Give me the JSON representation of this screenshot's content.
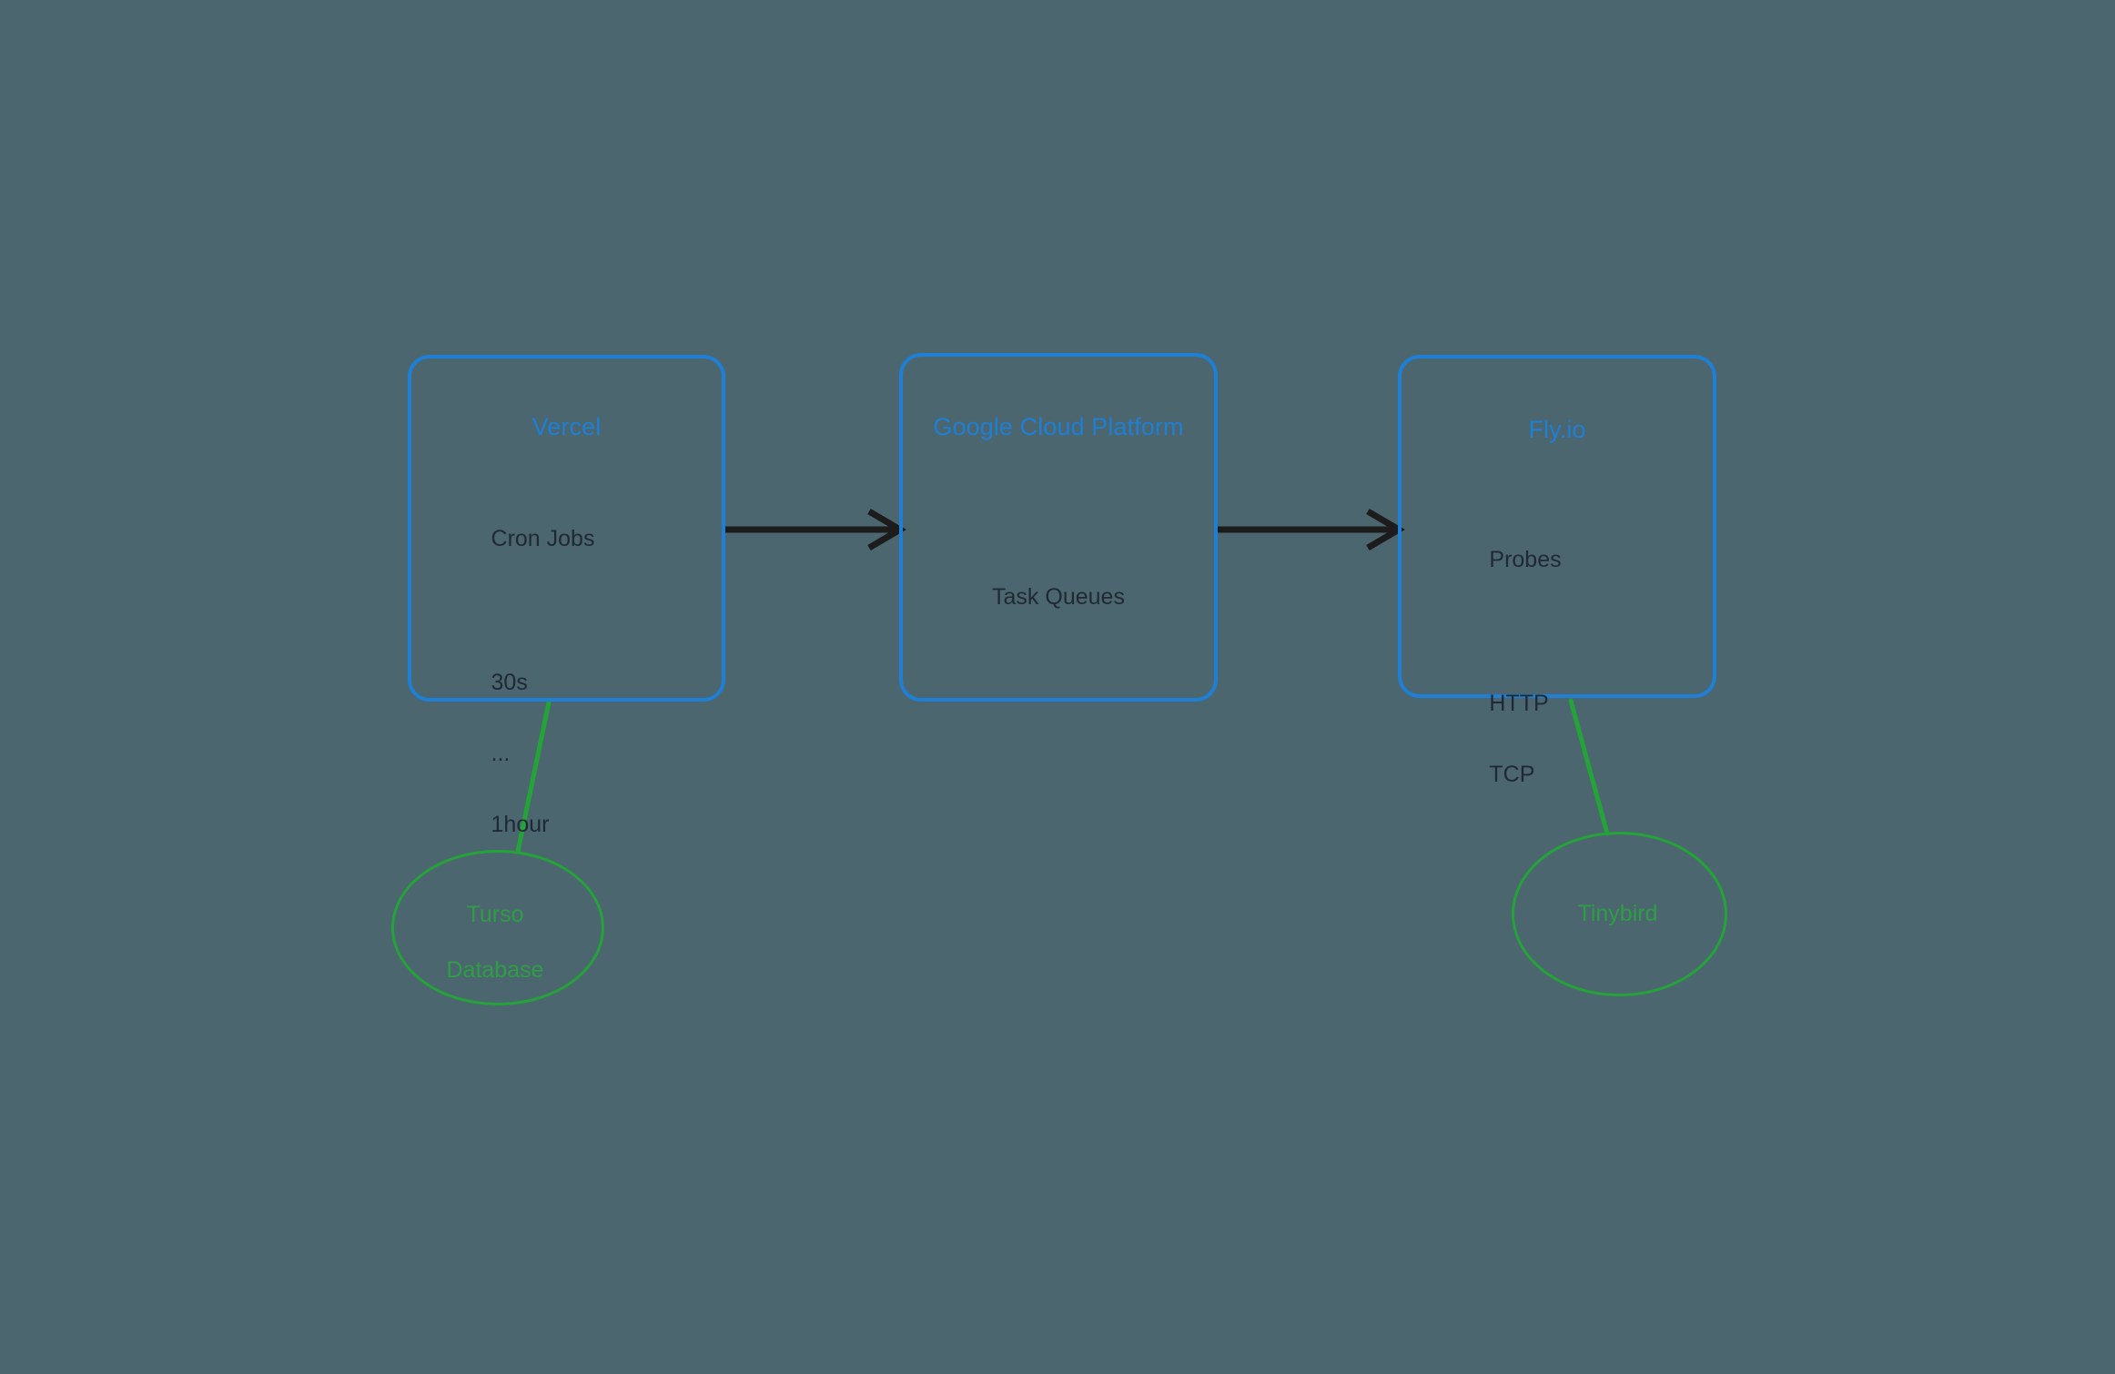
{
  "diagram": {
    "type": "architecture-flow",
    "background_color": "#4c6670",
    "service_color": "#1f7fd4",
    "datastore_color": "#23a338",
    "body_text_color": "#1f2933",
    "edge_color": "#1c1c1c",
    "nodes": [
      {
        "id": "vercel",
        "shape": "rounded-rect",
        "title": "Vercel",
        "body_lines": [
          "Cron Jobs",
          "",
          "30s",
          "...",
          "1hour"
        ]
      },
      {
        "id": "gcp",
        "shape": "rounded-rect",
        "title": "Google Cloud Platform",
        "body_lines": [
          "Task Queues"
        ]
      },
      {
        "id": "fly",
        "shape": "rounded-rect",
        "title": "Fly.io",
        "body_lines": [
          "Probes",
          "",
          "HTTP",
          "TCP"
        ]
      },
      {
        "id": "turso",
        "shape": "ellipse",
        "label": "Turso\nDatabase"
      },
      {
        "id": "tinybird",
        "shape": "ellipse",
        "label": "Tinybird"
      }
    ],
    "edges": [
      {
        "from": "vercel",
        "to": "gcp",
        "style": "arrow",
        "color": "#1c1c1c"
      },
      {
        "from": "gcp",
        "to": "fly",
        "style": "arrow",
        "color": "#1c1c1c"
      },
      {
        "from": "vercel",
        "to": "turso",
        "style": "line",
        "color": "#23a338"
      },
      {
        "from": "fly",
        "to": "tinybird",
        "style": "line",
        "color": "#23a338"
      }
    ]
  },
  "node_text": {
    "vercel": {
      "title": "Vercel",
      "line1": "Cron Jobs",
      "line2": "30s",
      "line3": "...",
      "line4": "1hour"
    },
    "gcp": {
      "title": "Google Cloud Platform",
      "line1": "Task Queues"
    },
    "fly": {
      "title": "Fly.io",
      "line1": "Probes",
      "line2": "HTTP",
      "line3": "TCP"
    },
    "turso": {
      "label_line1": "Turso",
      "label_line2": "Database"
    },
    "tinybird": {
      "label": "Tinybird"
    }
  }
}
